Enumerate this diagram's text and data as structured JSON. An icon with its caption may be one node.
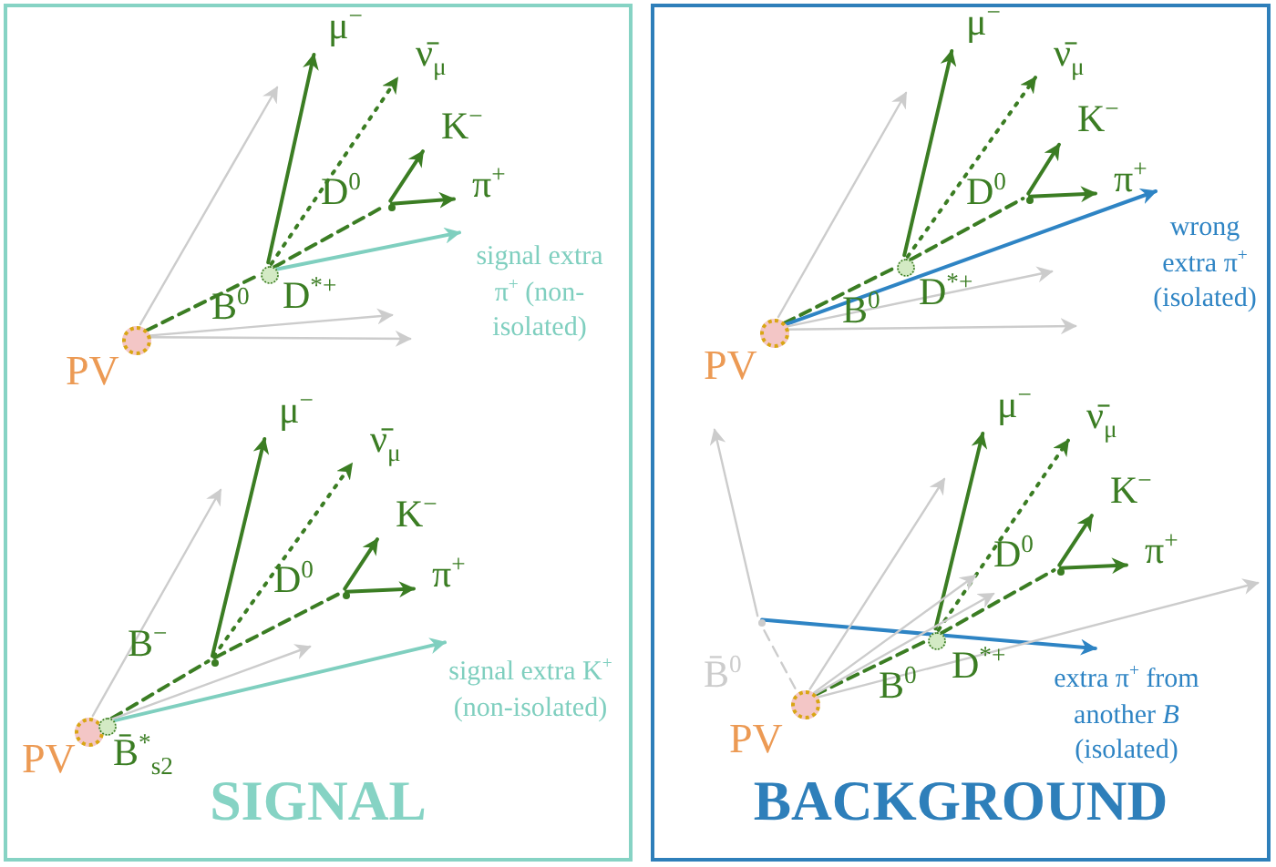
{
  "diagram": {
    "nodes": [
      {
        "text": [
          "SIGNAL"
        ]
      },
      {
        "text": [],
        "shape": "circle",
        "beside": [
          "PV"
        ],
        "in": 0
      },
      {
        "text": [],
        "shape": "circle",
        "beside": [
          "D$^{*+}$"
        ],
        "in": 0
      },
      {
        "text": [],
        "shape": "point",
        "in": 0
      },
      {
        "text": [
          "μ$^{−}$"
        ],
        "in": 0
      },
      {
        "text": [
          "ν̄$_{μ}$"
        ],
        "in": 0
      },
      {
        "text": [
          "K$^{−}$"
        ],
        "in": 0
      },
      {
        "text": [
          "π$^{+}$"
        ],
        "in": 0
      },
      {
        "text": [
          "signal extra π$^{+}$ (non-isolated)"
        ],
        "in": 0
      },
      {
        "text": [],
        "shape": "circle",
        "beside": [
          "PV"
        ],
        "in": 0
      },
      {
        "text": [],
        "shape": "circle",
        "beside": [
          "B̄$^{*}$$_{s2}$"
        ],
        "in": 0
      },
      {
        "text": [],
        "shape": "point",
        "in": 0
      },
      {
        "text": [],
        "shape": "point",
        "in": 0
      },
      {
        "text": [
          "μ$^{−}$"
        ],
        "in": 0
      },
      {
        "text": [
          "ν̄$_{μ}$"
        ],
        "in": 0
      },
      {
        "text": [
          "K$^{−}$"
        ],
        "in": 0
      },
      {
        "text": [
          "π$^{+}$"
        ],
        "in": 0
      },
      {
        "text": [
          "signal extra K$^{+}$ (non-isolated)"
        ],
        "in": 0
      },
      {
        "text": [
          "BACKGROUND"
        ]
      },
      {
        "text": [],
        "shape": "circle",
        "beside": [
          "PV"
        ],
        "in": 18
      },
      {
        "text": [],
        "shape": "circle",
        "beside": [
          "D$^{*+}$"
        ],
        "in": 18
      },
      {
        "text": [],
        "shape": "point",
        "in": 18
      },
      {
        "text": [
          "μ$^{−}$"
        ],
        "in": 18
      },
      {
        "text": [
          "ν̄$_{μ}$"
        ],
        "in": 18
      },
      {
        "text": [
          "K$^{−}$"
        ],
        "in": 18
      },
      {
        "text": [
          "π$^{+}$"
        ],
        "in": 18
      },
      {
        "text": [
          "wrong extra π$^{+}$ (isolated)"
        ],
        "in": 18
      },
      {
        "text": [],
        "shape": "circle",
        "beside": [
          "PV"
        ],
        "in": 18
      },
      {
        "text": [],
        "shape": "point",
        "in": 18
      },
      {
        "text": [],
        "shape": "circle",
        "beside": [
          "D$^{*+}$"
        ],
        "in": 18
      },
      {
        "text": [],
        "shape": "point",
        "in": 18
      },
      {
        "text": [
          "μ$^{−}$"
        ],
        "in": 18
      },
      {
        "text": [
          "ν̄$_{μ}$"
        ],
        "in": 18
      },
      {
        "text": [
          "K$^{−}$"
        ],
        "in": 18
      },
      {
        "text": [
          "π$^{+}$"
        ],
        "in": 18
      },
      {
        "text": [
          "extra π$^{+}$ from another *B* (isolated)"
        ],
        "in": 18
      }
    ],
    "edges": [
      {
        "from": 1,
        "to": 2,
        "arrow": "none",
        "style": "dashed",
        "label": "B$^{0}$"
      },
      {
        "from": 2,
        "to": 3,
        "arrow": "none",
        "style": "dashed",
        "label": "D$^{0}$"
      },
      {
        "from": 2,
        "to": 4,
        "arrow": "to"
      },
      {
        "from": 2,
        "to": 5,
        "arrow": "to",
        "style": "dashed"
      },
      {
        "from": 3,
        "to": 6,
        "arrow": "to"
      },
      {
        "from": 3,
        "to": 7,
        "arrow": "to"
      },
      {
        "from": 2,
        "to": 8,
        "arrow": "to",
        "color": "#7fcfbf"
      },
      {
        "from": 1,
        "to": null,
        "arrow": "to",
        "color": "#cccccc"
      },
      {
        "from": 1,
        "to": null,
        "arrow": "to",
        "color": "#cccccc"
      },
      {
        "from": 1,
        "to": null,
        "arrow": "to",
        "color": "#cccccc"
      },
      {
        "from": 10,
        "to": 11,
        "arrow": "none",
        "style": "dashed",
        "label": "B$^{−}$"
      },
      {
        "from": 11,
        "to": 12,
        "arrow": "none",
        "style": "dashed",
        "label": "D$^{0}$"
      },
      {
        "from": 11,
        "to": 13,
        "arrow": "to"
      },
      {
        "from": 11,
        "to": 14,
        "arrow": "to",
        "style": "dashed"
      },
      {
        "from": 12,
        "to": 15,
        "arrow": "to"
      },
      {
        "from": 12,
        "to": 16,
        "arrow": "to"
      },
      {
        "from": 10,
        "to": 17,
        "arrow": "to",
        "color": "#7fcfbf"
      },
      {
        "from": 9,
        "to": null,
        "arrow": "to",
        "color": "#cccccc"
      },
      {
        "from": 9,
        "to": null,
        "arrow": "to",
        "color": "#cccccc"
      },
      {
        "from": 19,
        "to": 20,
        "arrow": "none",
        "style": "dashed",
        "label": "B$^{0}$"
      },
      {
        "from": 20,
        "to": 21,
        "arrow": "none",
        "style": "dashed",
        "label": "D$^{0}$"
      },
      {
        "from": 20,
        "to": 22,
        "arrow": "to"
      },
      {
        "from": 20,
        "to": 23,
        "arrow": "to",
        "style": "dashed"
      },
      {
        "from": 21,
        "to": 24,
        "arrow": "to"
      },
      {
        "from": 21,
        "to": 25,
        "arrow": "to"
      },
      {
        "from": 19,
        "to": 26,
        "arrow": "to",
        "color": "#2e84c4"
      },
      {
        "from": 19,
        "to": null,
        "arrow": "to",
        "color": "#cccccc"
      },
      {
        "from": 19,
        "to": null,
        "arrow": "to",
        "color": "#cccccc"
      },
      {
        "from": 19,
        "to": null,
        "arrow": "to",
        "color": "#cccccc"
      },
      {
        "from": 27,
        "to": 28,
        "arrow": "none",
        "style": "dashed",
        "color": "#cccccc",
        "label": "B̄$^{0}$"
      },
      {
        "from": 28,
        "to": null,
        "arrow": "to",
        "color": "#cccccc"
      },
      {
        "from": 28,
        "to": 35,
        "arrow": "to",
        "color": "#2e84c4"
      },
      {
        "from": 27,
        "to": 29,
        "arrow": "none",
        "style": "dashed",
        "label": "B$^{0}$"
      },
      {
        "from": 29,
        "to": 30,
        "arrow": "none",
        "style": "dashed",
        "label": "D$^{0}$"
      },
      {
        "from": 29,
        "to": 31,
        "arrow": "to"
      },
      {
        "from": 29,
        "to": 32,
        "arrow": "to",
        "style": "dashed"
      },
      {
        "from": 30,
        "to": 33,
        "arrow": "to"
      },
      {
        "from": 30,
        "to": 34,
        "arrow": "to"
      },
      {
        "from": 27,
        "to": null,
        "arrow": "to",
        "color": "#cccccc"
      },
      {
        "from": 27,
        "to": null,
        "arrow": "to",
        "color": "#cccccc"
      },
      {
        "from": 27,
        "to": null,
        "arrow": "to",
        "color": "#cccccc"
      },
      {
        "from": 27,
        "to": null,
        "arrow": "to",
        "color": "#cccccc"
      }
    ]
  }
}
